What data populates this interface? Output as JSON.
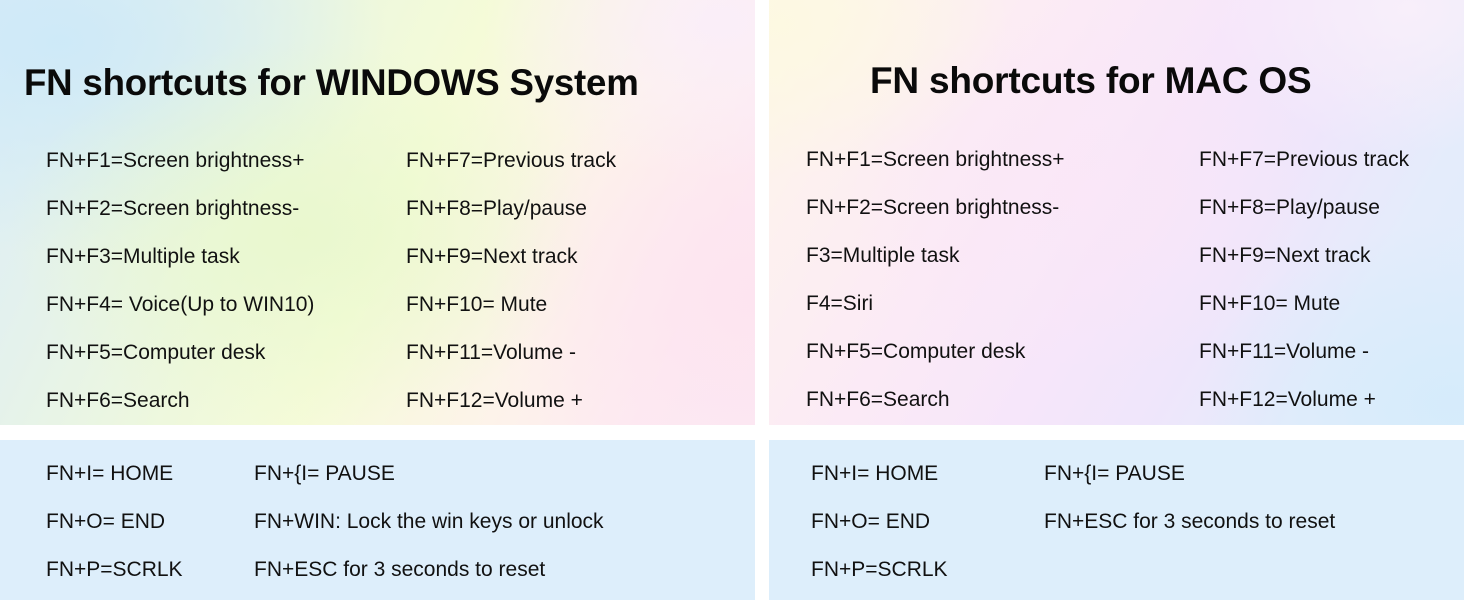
{
  "document": {
    "kind": "keyboard-shortcut-reference-card",
    "background_colors": {
      "page": "#ffffff",
      "panel_top_left_tint": "#dceef8",
      "panel_top_green_tint": "#eef8dd",
      "panel_top_pink_tint": "#fdeaf2",
      "panel_top_lavender_tint": "#f6e6fa",
      "panel_bottom": "#ddeefb",
      "text": "#111111"
    }
  },
  "windows": {
    "title": "FN shortcuts for WINDOWS System",
    "fn_keys_left": [
      "FN+F1=Screen brightness+",
      "FN+F2=Screen brightness-",
      "FN+F3=Multiple task",
      "FN+F4= Voice(Up to WIN10)",
      "FN+F5=Computer desk",
      "FN+F6=Search"
    ],
    "fn_keys_right": [
      "FN+F7=Previous track",
      "FN+F8=Play/pause",
      "FN+F9=Next track",
      "FN+F10= Mute",
      "FN+F11=Volume -",
      "FN+F12=Volume +"
    ],
    "extra_left": [
      "FN+I= HOME",
      "FN+O= END",
      "FN+P=SCRLK"
    ],
    "extra_right": [
      "FN+{I= PAUSE",
      "FN+WIN: Lock the win keys or unlock",
      "FN+ESC for 3 seconds to reset"
    ]
  },
  "mac": {
    "title": "FN shortcuts for MAC OS",
    "fn_keys_left": [
      "FN+F1=Screen brightness+",
      "FN+F2=Screen brightness-",
      "F3=Multiple task",
      "F4=Siri",
      "FN+F5=Computer desk",
      "FN+F6=Search"
    ],
    "fn_keys_right": [
      "FN+F7=Previous track",
      "FN+F8=Play/pause",
      "FN+F9=Next track",
      "FN+F10= Mute",
      "FN+F11=Volume -",
      "FN+F12=Volume +"
    ],
    "extra_left": [
      "FN+I= HOME",
      "FN+O= END",
      "FN+P=SCRLK"
    ],
    "extra_right": [
      "FN+{I= PAUSE",
      "FN+ESC for 3 seconds to reset"
    ]
  }
}
